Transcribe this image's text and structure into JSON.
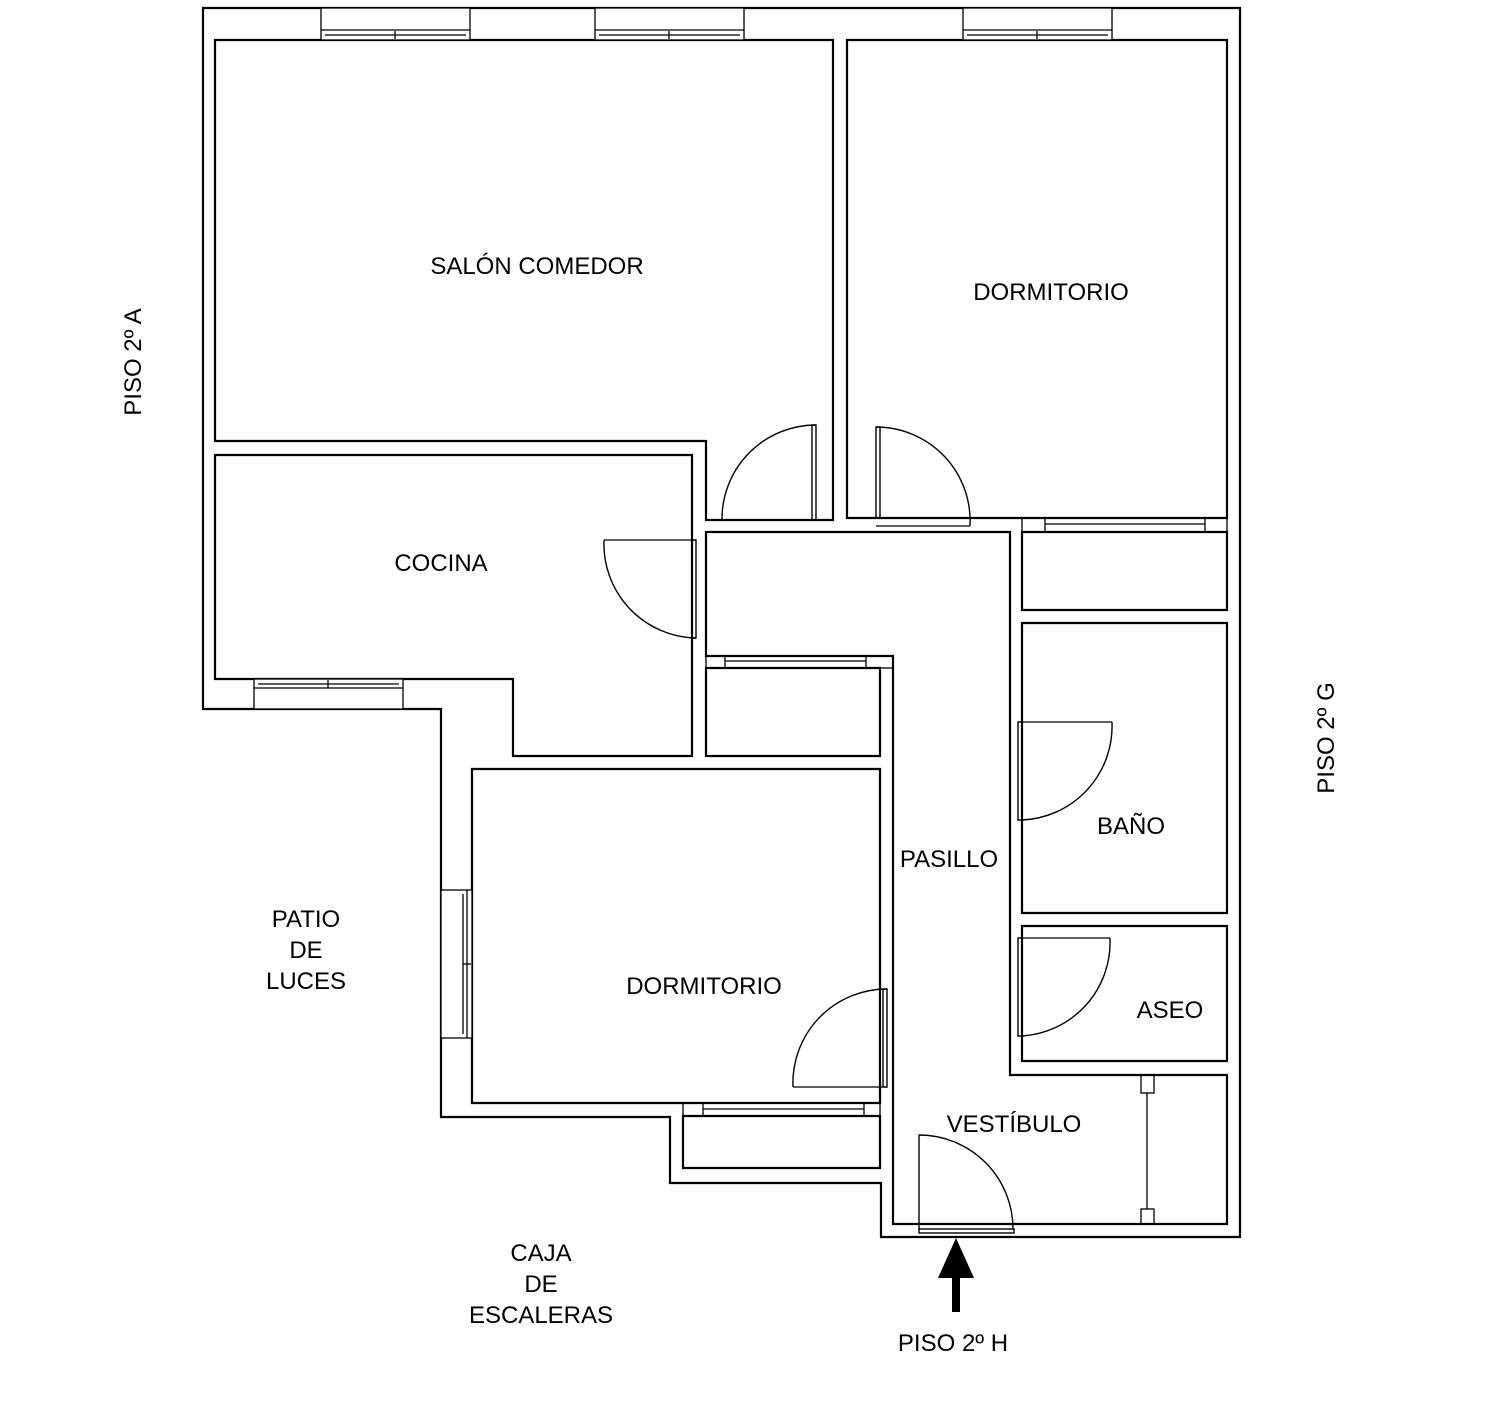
{
  "rooms": {
    "salon": "SALÓN COMEDOR",
    "dormitorio_1": "DORMITORIO",
    "cocina": "COCINA",
    "pasillo": "PASILLO",
    "bano": "BAÑO",
    "dormitorio_2": "DORMITORIO",
    "aseo": "ASEO",
    "vestibulo": "VESTÍBULO"
  },
  "surroundings": {
    "piso_a": "PISO 2º A",
    "piso_g": "PISO 2º G",
    "piso_h": "PISO 2º H",
    "patio": [
      "PATIO",
      "DE",
      "LUCES"
    ],
    "caja": [
      "CAJA",
      "DE",
      "ESCALERAS"
    ]
  }
}
